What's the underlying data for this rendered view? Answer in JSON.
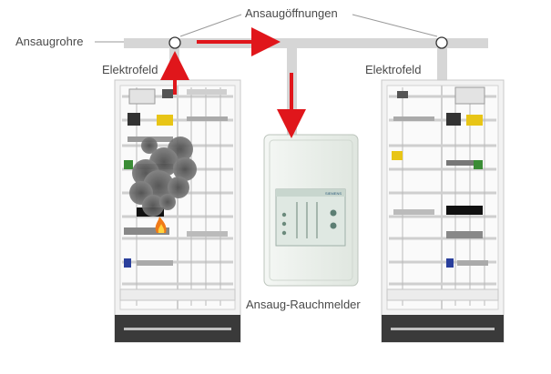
{
  "labels": {
    "openings": "Ansaugöffnungen",
    "pipes": "Ansaugrohre",
    "cabinet_left": "Elektrofeld",
    "cabinet_right": "Elektrofeld",
    "detector": "Ansaug-Rauchmelder",
    "device_brand": "SIEMENS"
  },
  "colors": {
    "pipe": "#d6d6d6",
    "arrow": "#e0161b",
    "cabinet_frame": "#cfcfcf",
    "cabinet_base": "#3a3a3a",
    "smoke": "#555555",
    "fire": "#f07a18",
    "detector_body": "#e9efe9"
  }
}
